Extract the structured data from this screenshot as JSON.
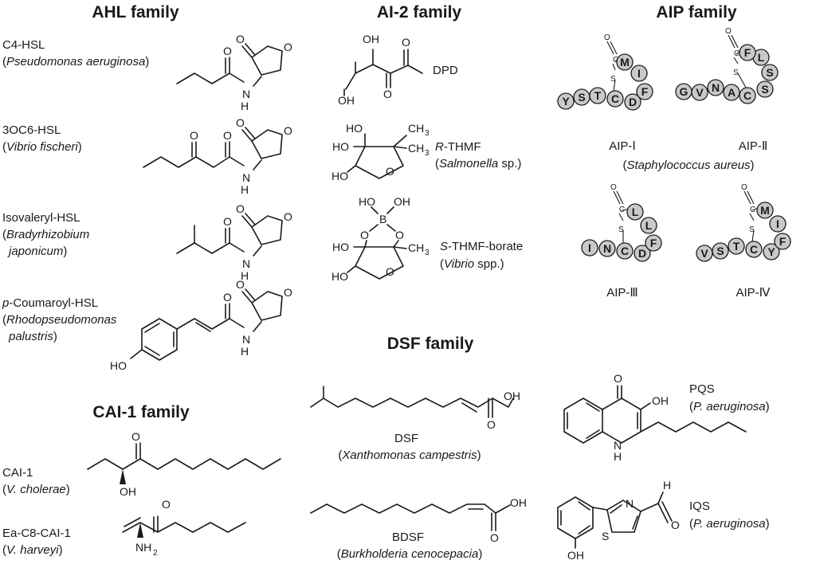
{
  "headers": {
    "ahl": "AHL family",
    "ai2": "AI-2 family",
    "aip": "AIP family",
    "dsf": "DSF family",
    "cai1": "CAI-1 family"
  },
  "ahl": {
    "c4": {
      "name": "C4-HSL",
      "organism": "Pseudomonas aeruginosa"
    },
    "oc6": {
      "name": "3OC6-HSL",
      "organism": "Vibrio fischeri"
    },
    "isovaleryl": {
      "name": "Isovaleryl-HSL",
      "organism_line1": "Bradyrhizobium",
      "organism_line2": "japonicum"
    },
    "coumaroyl": {
      "name_prefix": "p",
      "name_suffix": "-Coumaroyl-HSL",
      "organism_line1": "Rhodopseudomonas",
      "organism_line2": "palustris"
    }
  },
  "ai2": {
    "dpd": {
      "name": "DPD"
    },
    "rthmf": {
      "name_prefix": "R",
      "name_suffix": "-THMF",
      "organism_genus": "Salmonella",
      "organism_rest": " sp."
    },
    "sthmf": {
      "name_prefix": "S",
      "name_suffix": "-THMF-borate",
      "organism_genus": "Vibrio",
      "organism_rest": " spp."
    }
  },
  "aip": {
    "organism": "Staphylococcus aureus",
    "peptides": [
      {
        "name": "AIP-Ⅰ",
        "tail": [
          "Y",
          "S",
          "T"
        ],
        "ring": [
          "C",
          "D",
          "F",
          "I",
          "M"
        ]
      },
      {
        "name": "AIP-Ⅱ",
        "tail": [
          "G",
          "V",
          "N",
          "A"
        ],
        "ring": [
          "C",
          "S",
          "S",
          "L",
          "F"
        ]
      },
      {
        "name": "AIP-Ⅲ",
        "tail": [
          "I",
          "N"
        ],
        "ring": [
          "C",
          "D",
          "F",
          "L",
          "L"
        ]
      },
      {
        "name": "AIP-Ⅳ",
        "tail": [
          "V",
          "S",
          "T"
        ],
        "ring": [
          "C",
          "Y",
          "F",
          "I",
          "M"
        ]
      }
    ]
  },
  "dsf": {
    "dsf": {
      "name": "DSF",
      "organism": "Xanthomonas campestris"
    },
    "bdsf": {
      "name": "BDSF",
      "organism": "Burkholderia cenocepacia"
    }
  },
  "cai1": {
    "cai1": {
      "name": "CAI-1",
      "organism": "V. cholerae"
    },
    "eac8": {
      "name": "Ea-C8-CAI-1",
      "organism": "V. harveyi"
    }
  },
  "others": {
    "pqs": {
      "name": "PQS",
      "organism": "P. aeruginosa"
    },
    "iqs": {
      "name": "IQS",
      "organism": "P. aeruginosa"
    }
  },
  "atoms": {
    "O": "O",
    "N": "N",
    "H": "H",
    "S": "S",
    "B": "B",
    "C": "C",
    "OH": "OH",
    "HO": "HO",
    "CH3": "CH",
    "sub3": "3",
    "NH2": "NH",
    "sub2": "2"
  }
}
